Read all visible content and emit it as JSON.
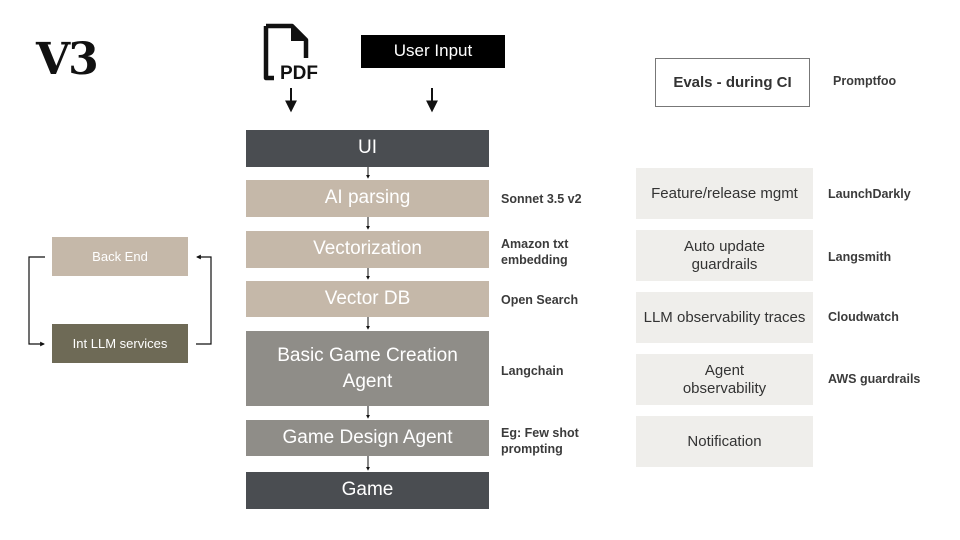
{
  "title": "V3",
  "top": {
    "pdf_label": "PDF",
    "user_input": "User Input"
  },
  "pipeline": [
    {
      "label": "UI"
    },
    {
      "label": "AI parsing"
    },
    {
      "label": "Vectorization"
    },
    {
      "label": "Vector DB"
    },
    {
      "label": "Basic Game Creation Agent"
    },
    {
      "label": "Game Design Agent"
    },
    {
      "label": "Game"
    }
  ],
  "tools": {
    "ai_parsing": "Sonnet 3.5 v2",
    "vectorization": "Amazon txt embedding",
    "vector_db": "Open Search",
    "basic_agent": "Langchain",
    "design_agent": "Eg: Few shot prompting"
  },
  "backend": {
    "back_end": "Back End",
    "llm_services": "Int LLM services"
  },
  "evals": {
    "label": "Evals - during CI",
    "tool": "Promptfoo"
  },
  "ops": [
    {
      "label": "Feature/release mgmt",
      "tool": "LaunchDarkly"
    },
    {
      "label": "Auto update guardrails",
      "tool": "Langsmith"
    },
    {
      "label": "LLM observability traces",
      "tool": "Cloudwatch"
    },
    {
      "label": "Agent observability",
      "tool": "AWS guardrails"
    },
    {
      "label": "Notification",
      "tool": ""
    }
  ]
}
